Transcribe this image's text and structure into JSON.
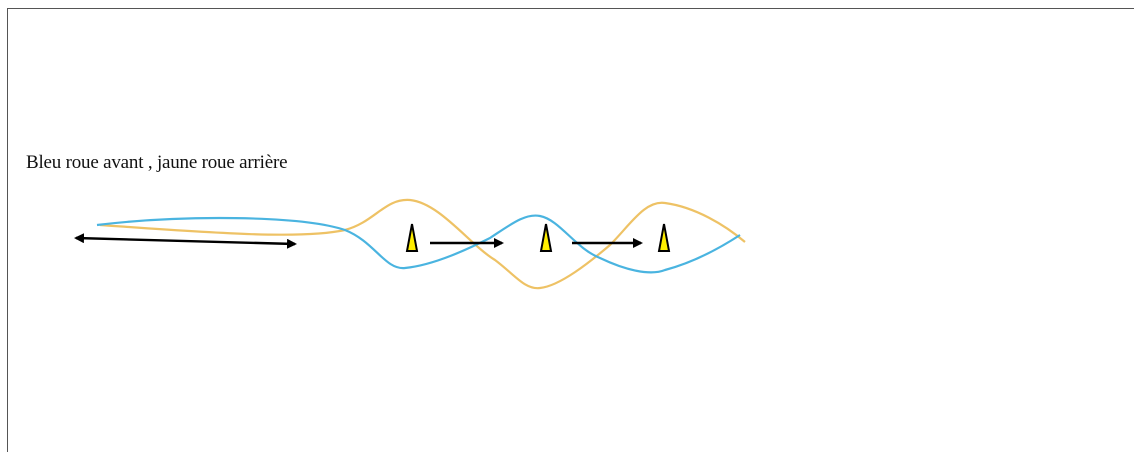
{
  "caption": "Bleu roue avant , jaune roue arrière",
  "colors": {
    "front_wheel_line": "#4ab4e0",
    "rear_wheel_line": "#eec265",
    "arrow": "#000000",
    "cone_fill": "#ffee00",
    "cone_stroke": "#000000",
    "frame_border": "#555555"
  },
  "legend": {
    "blue": "roue avant",
    "yellow": "roue arrière"
  },
  "markers": {
    "cone_count": 3,
    "arrow_count": 3
  }
}
